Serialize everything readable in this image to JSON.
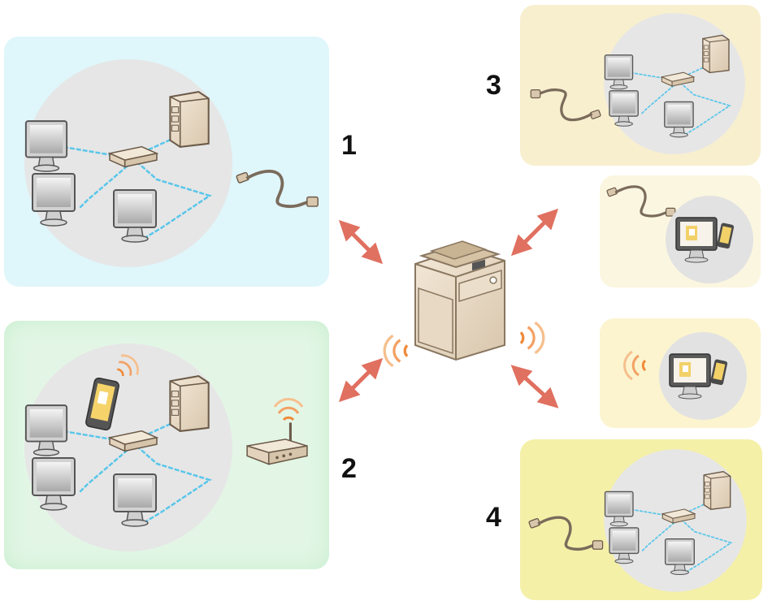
{
  "labels": {
    "one": "1",
    "two": "2",
    "three": "3",
    "four": "4"
  },
  "colors": {
    "panel_wired_lan": "#dff6fb",
    "panel_wireless_lan": "#e3f6e6",
    "panel_usb_wired": "#f8efcf",
    "panel_usb_device": "#fbf6e0",
    "panel_direct_wireless": "#fbf4cf",
    "panel_second_lan": "#f5f0a8",
    "network_line": "#58c6ea",
    "arrow": "#e07060",
    "wave": "#ef8a3a",
    "printer": "#e6d6c0"
  },
  "icons": [
    "server-icon",
    "monitor-icon",
    "hub-icon",
    "cable-icon",
    "router-icon",
    "smartphone-icon",
    "printer-icon",
    "wireless-wave-icon",
    "double-arrow-icon"
  ]
}
